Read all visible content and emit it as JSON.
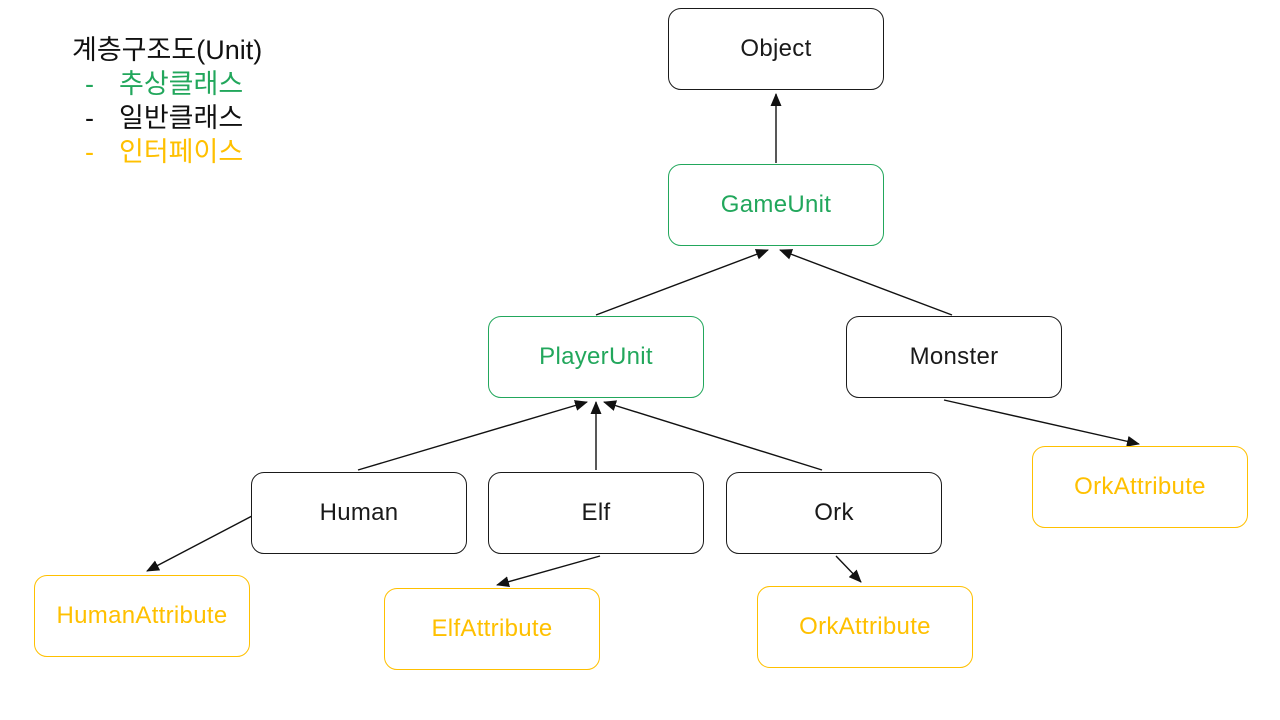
{
  "legend": {
    "title": "계층구조도(Unit)",
    "dash": "-",
    "items": [
      {
        "label": "추상클래스",
        "type": "abstract"
      },
      {
        "label": "일반클래스",
        "type": "normal"
      },
      {
        "label": "인터페이스",
        "type": "interface"
      }
    ]
  },
  "colors": {
    "abstract_class": "#22A75C",
    "normal_class": "#1A1A1A",
    "interface": "#FFC000",
    "background": "#FFFFFF",
    "edge": "#111111"
  },
  "nodes": {
    "object": {
      "label": "Object",
      "type": "normal"
    },
    "gameunit": {
      "label": "GameUnit",
      "type": "abstract"
    },
    "playerunit": {
      "label": "PlayerUnit",
      "type": "abstract"
    },
    "monster": {
      "label": "Monster",
      "type": "normal"
    },
    "human": {
      "label": "Human",
      "type": "normal"
    },
    "elf": {
      "label": "Elf",
      "type": "normal"
    },
    "ork": {
      "label": "Ork",
      "type": "normal"
    },
    "human_attribute": {
      "label": "HumanAttribute",
      "type": "interface"
    },
    "elf_attribute": {
      "label": "ElfAttribute",
      "type": "interface"
    },
    "ork_attribute_bottom": {
      "label": "OrkAttribute",
      "type": "interface"
    },
    "ork_attribute_right": {
      "label": "OrkAttribute",
      "type": "interface"
    }
  },
  "edges": [
    {
      "from": "GameUnit",
      "to": "Object"
    },
    {
      "from": "PlayerUnit",
      "to": "GameUnit"
    },
    {
      "from": "Monster",
      "to": "GameUnit"
    },
    {
      "from": "Human",
      "to": "PlayerUnit"
    },
    {
      "from": "Elf",
      "to": "PlayerUnit"
    },
    {
      "from": "Ork",
      "to": "PlayerUnit"
    },
    {
      "from": "Human",
      "to": "HumanAttribute"
    },
    {
      "from": "Elf",
      "to": "ElfAttribute"
    },
    {
      "from": "Ork",
      "to": "OrkAttribute"
    },
    {
      "from": "Monster",
      "to": "OrkAttribute"
    }
  ]
}
